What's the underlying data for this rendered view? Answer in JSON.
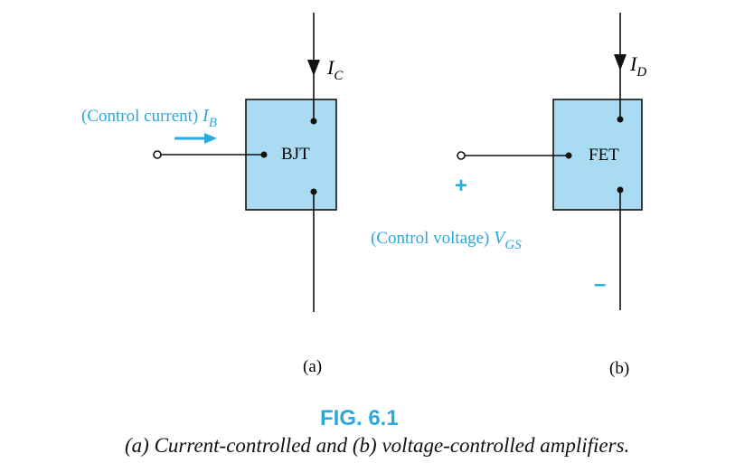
{
  "bjt": {
    "block_label": "BJT",
    "output_current": {
      "symbol": "I",
      "subscript": "C"
    },
    "control_label": "(Control current)",
    "control_symbol": {
      "symbol": "I",
      "subscript": "B"
    },
    "panel_label": "(a)"
  },
  "fet": {
    "block_label": "FET",
    "output_current": {
      "symbol": "I",
      "subscript": "D"
    },
    "control_label": "(Control voltage)",
    "control_symbol": {
      "symbol": "V",
      "subscript": "GS"
    },
    "plus_sign": "+",
    "minus_sign": "–",
    "panel_label": "(b)"
  },
  "caption": {
    "figure_number": "FIG. 6.1",
    "text": "(a) Current-controlled and (b) voltage-controlled amplifiers."
  },
  "colors": {
    "block_fill": "#a9dcf3",
    "accent": "#2aa8e0",
    "line": "#111111"
  }
}
